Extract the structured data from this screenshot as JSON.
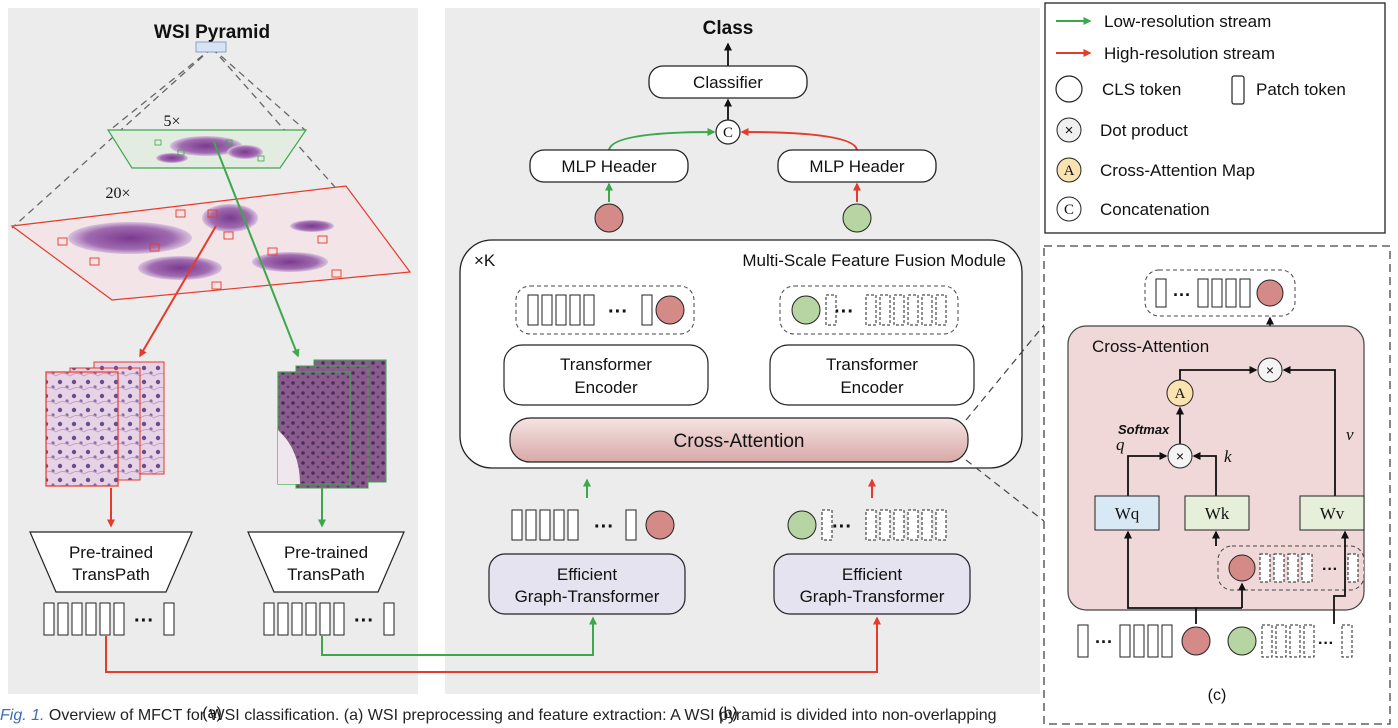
{
  "panel_a": {
    "title": "WSI Pyramid",
    "level_low": "5×",
    "level_high": "20×",
    "pretrained_label_1": "Pre-trained",
    "pretrained_label_2": "TransPath",
    "sublabel": "(a)"
  },
  "panel_b": {
    "class_label": "Class",
    "classifier_label": "Classifier",
    "concat_symbol": "C",
    "mlp_header_label": "MLP Header",
    "module_repeat": "×K",
    "module_title": "Multi-Scale Feature Fusion Module",
    "encoder_label_1": "Transformer",
    "encoder_label_2": "Encoder",
    "cross_attention_label": "Cross-Attention",
    "egt_label_1": "Efficient",
    "egt_label_2": "Graph-Transformer",
    "ellipsis": "···",
    "sublabel": "(b)"
  },
  "legend": {
    "low_stream": "Low-resolution stream",
    "high_stream": "High-resolution stream",
    "cls_token": "CLS token",
    "patch_token": "Patch token",
    "dot_product": "Dot product",
    "cross_attention_map": "Cross-Attention Map",
    "concatenation": "Concatenation",
    "symbol_dot": "×",
    "symbol_attn": "A",
    "symbol_concat": "C"
  },
  "panel_c": {
    "title": "Cross-Attention",
    "softmax": "Softmax",
    "q": "q",
    "k": "k",
    "v": "v",
    "wq": "Wq",
    "wk": "Wk",
    "wv": "Wv",
    "attn_symbol": "A",
    "dot_symbol": "×",
    "ellipsis": "···",
    "sublabel": "(c)"
  },
  "caption": {
    "lead": "Fig. 1.",
    "text": " Overview of MFCT for WSI classification. (a) WSI preprocessing and feature extraction: A WSI pyramid is divided into non-overlapping"
  },
  "colors": {
    "low_stream": "#3ca84a",
    "high_stream": "#e53b2c",
    "cls_high": "#d48a86",
    "cls_low": "#b7d5a2",
    "panel_bg": "#ececec",
    "module_box": "#e8c9c8",
    "egt_box": "#e6e3f0",
    "attn_panel": "#efd8d7",
    "wq_fill": "#d9e8f5",
    "wkv_fill": "#e6efd9",
    "attn_map": "#fbe3b1"
  }
}
